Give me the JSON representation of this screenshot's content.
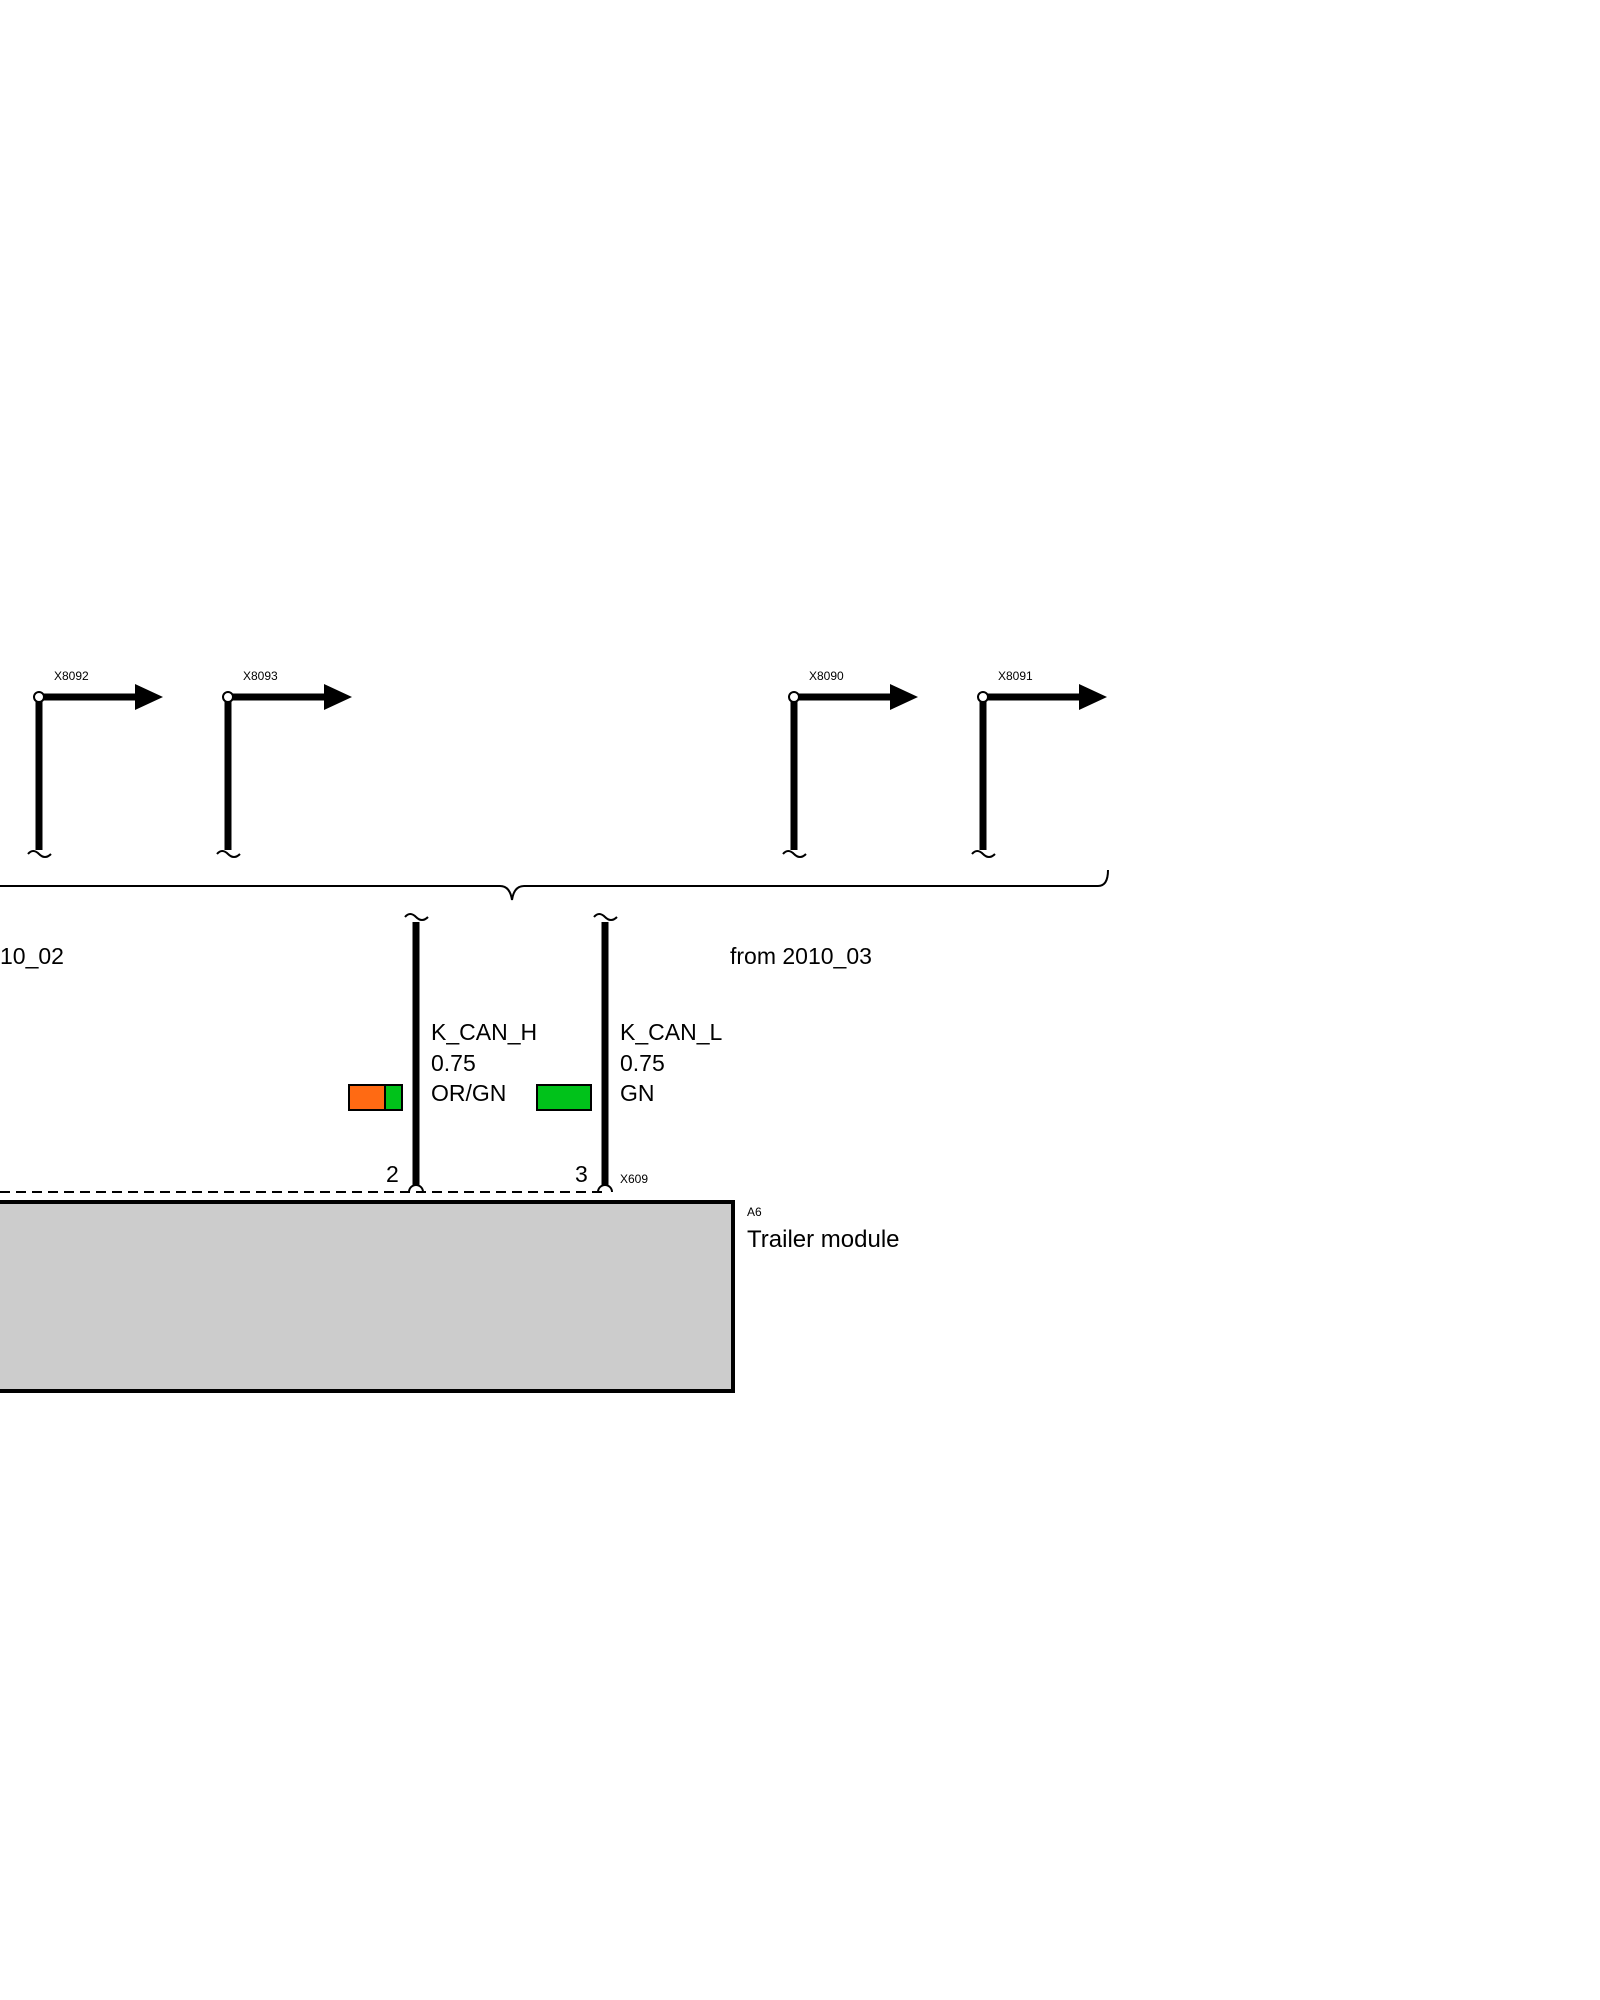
{
  "connectors_top": [
    {
      "id": "X8092"
    },
    {
      "id": "X8093"
    },
    {
      "id": "X8090"
    },
    {
      "id": "X8091"
    }
  ],
  "ranges": {
    "left": "10_02",
    "right": "from 2010_03"
  },
  "wires": [
    {
      "signal": "K_CAN_H",
      "cross_section": "0.75",
      "color_code": "OR/GN",
      "pin": "2",
      "colors": [
        "#ff6a13",
        "#00c21a"
      ]
    },
    {
      "signal": "K_CAN_L",
      "cross_section": "0.75",
      "color_code": "GN",
      "pin": "3",
      "colors": [
        "#00c21a"
      ]
    }
  ],
  "connector_module": "X609",
  "module": {
    "id": "A6",
    "name": "Trailer module",
    "fill": "#cccccc"
  }
}
